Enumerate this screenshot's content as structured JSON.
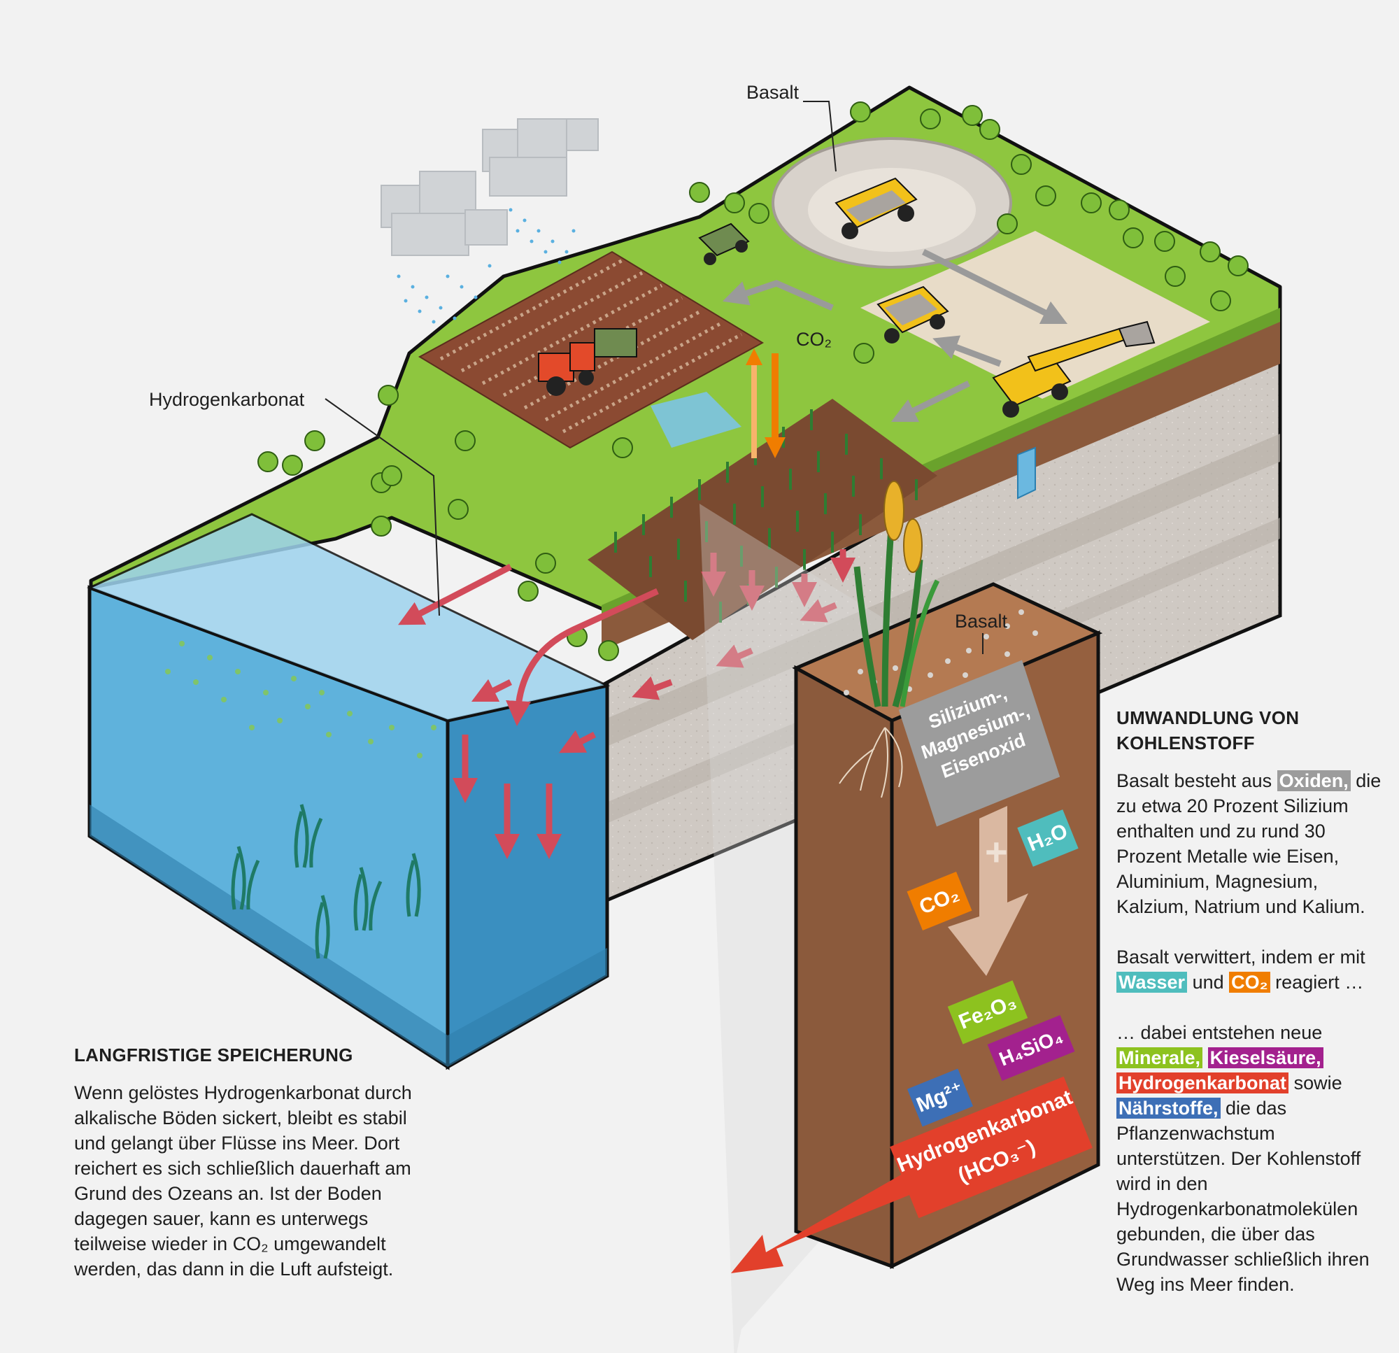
{
  "labels": {
    "basalt_top": "Basalt",
    "co2_arrow": "CO₂",
    "hydrogenkarbonat": "Hydrogenkarbonat",
    "basalt_column": "Basalt"
  },
  "chem": {
    "oxide": [
      "Silizium-,",
      "Magnesium-,",
      "Eisenoxid"
    ],
    "plus": "+",
    "h2o": "H₂O",
    "co2": "CO₂",
    "fe2o3": "Fe₂O₃",
    "h4sio4": "H₄SiO₄",
    "mg": "Mg²⁺",
    "hco3": [
      "Hydrogenkarbonat",
      "(HCO₃⁻)"
    ]
  },
  "storage": {
    "title": "LANGFRISTIGE SPEICHERUNG",
    "text": "Wenn gelöstes Hydrogenkarbonat durch alkalische Böden sickert, bleibt es stabil und gelangt über Flüsse ins Meer. Dort reichert es sich schließlich dauerhaft am Grund des Ozeans an. Ist der Boden dagegen sauer, kann es unterwegs teilweise wieder in CO₂ umgewandelt werden, das dann in die Luft aufsteigt."
  },
  "conversion": {
    "title_line1": "UMWANDLUNG VON",
    "title_line2": "KOHLENSTOFF",
    "p1_before": "Basalt besteht aus",
    "p1_hl": "Oxiden,",
    "p1_after": "die zu etwa 20 Prozent Silizium enthalten und zu rund 30 Prozent Metalle wie Eisen, Aluminium, Magnesium, Kalzium, Natrium und Kalium.",
    "p2_before": "Basalt verwittert, indem er mit",
    "p2_hl1": "Wasser",
    "p2_mid": "und",
    "p2_hl2": "CO₂",
    "p2_after": "reagiert …",
    "p3_before": "… dabei entstehen neue",
    "p3_hl1": "Minerale,",
    "p3_hl2": "Kieselsäure,",
    "p3_hl3": "Hydrogenkarbonat",
    "p3_mid": "sowie",
    "p3_hl4": "Nährstoffe,",
    "p3_after": "die das Pflanzenwachstum unterstützen. Der Kohlenstoff wird in den Hydrogenkarbonatmolekülen gebunden, die über das Grundwasser schließlich ihren Weg ins Meer finden."
  },
  "colors": {
    "background": "#f2f2f2",
    "grass": "#8ec63f",
    "grass_dark": "#6aa22c",
    "soil": "#8b5a3c",
    "soil_dark": "#6e4128",
    "water": "#5fb2dc",
    "water_dark": "#3a8fc0",
    "rock": "#c8c2bc",
    "oxide_gray": "#9c9c9c",
    "water_teal": "#4fbdbd",
    "co2_orange": "#f07d00",
    "mineral_green": "#8dc21f",
    "silicic_purple": "#a3218e",
    "bicarbonate_red": "#e2402b",
    "nutrient_blue": "#3d6fb6",
    "arrow_red": "#d24b5a",
    "machine_yellow": "#f2c11a"
  }
}
